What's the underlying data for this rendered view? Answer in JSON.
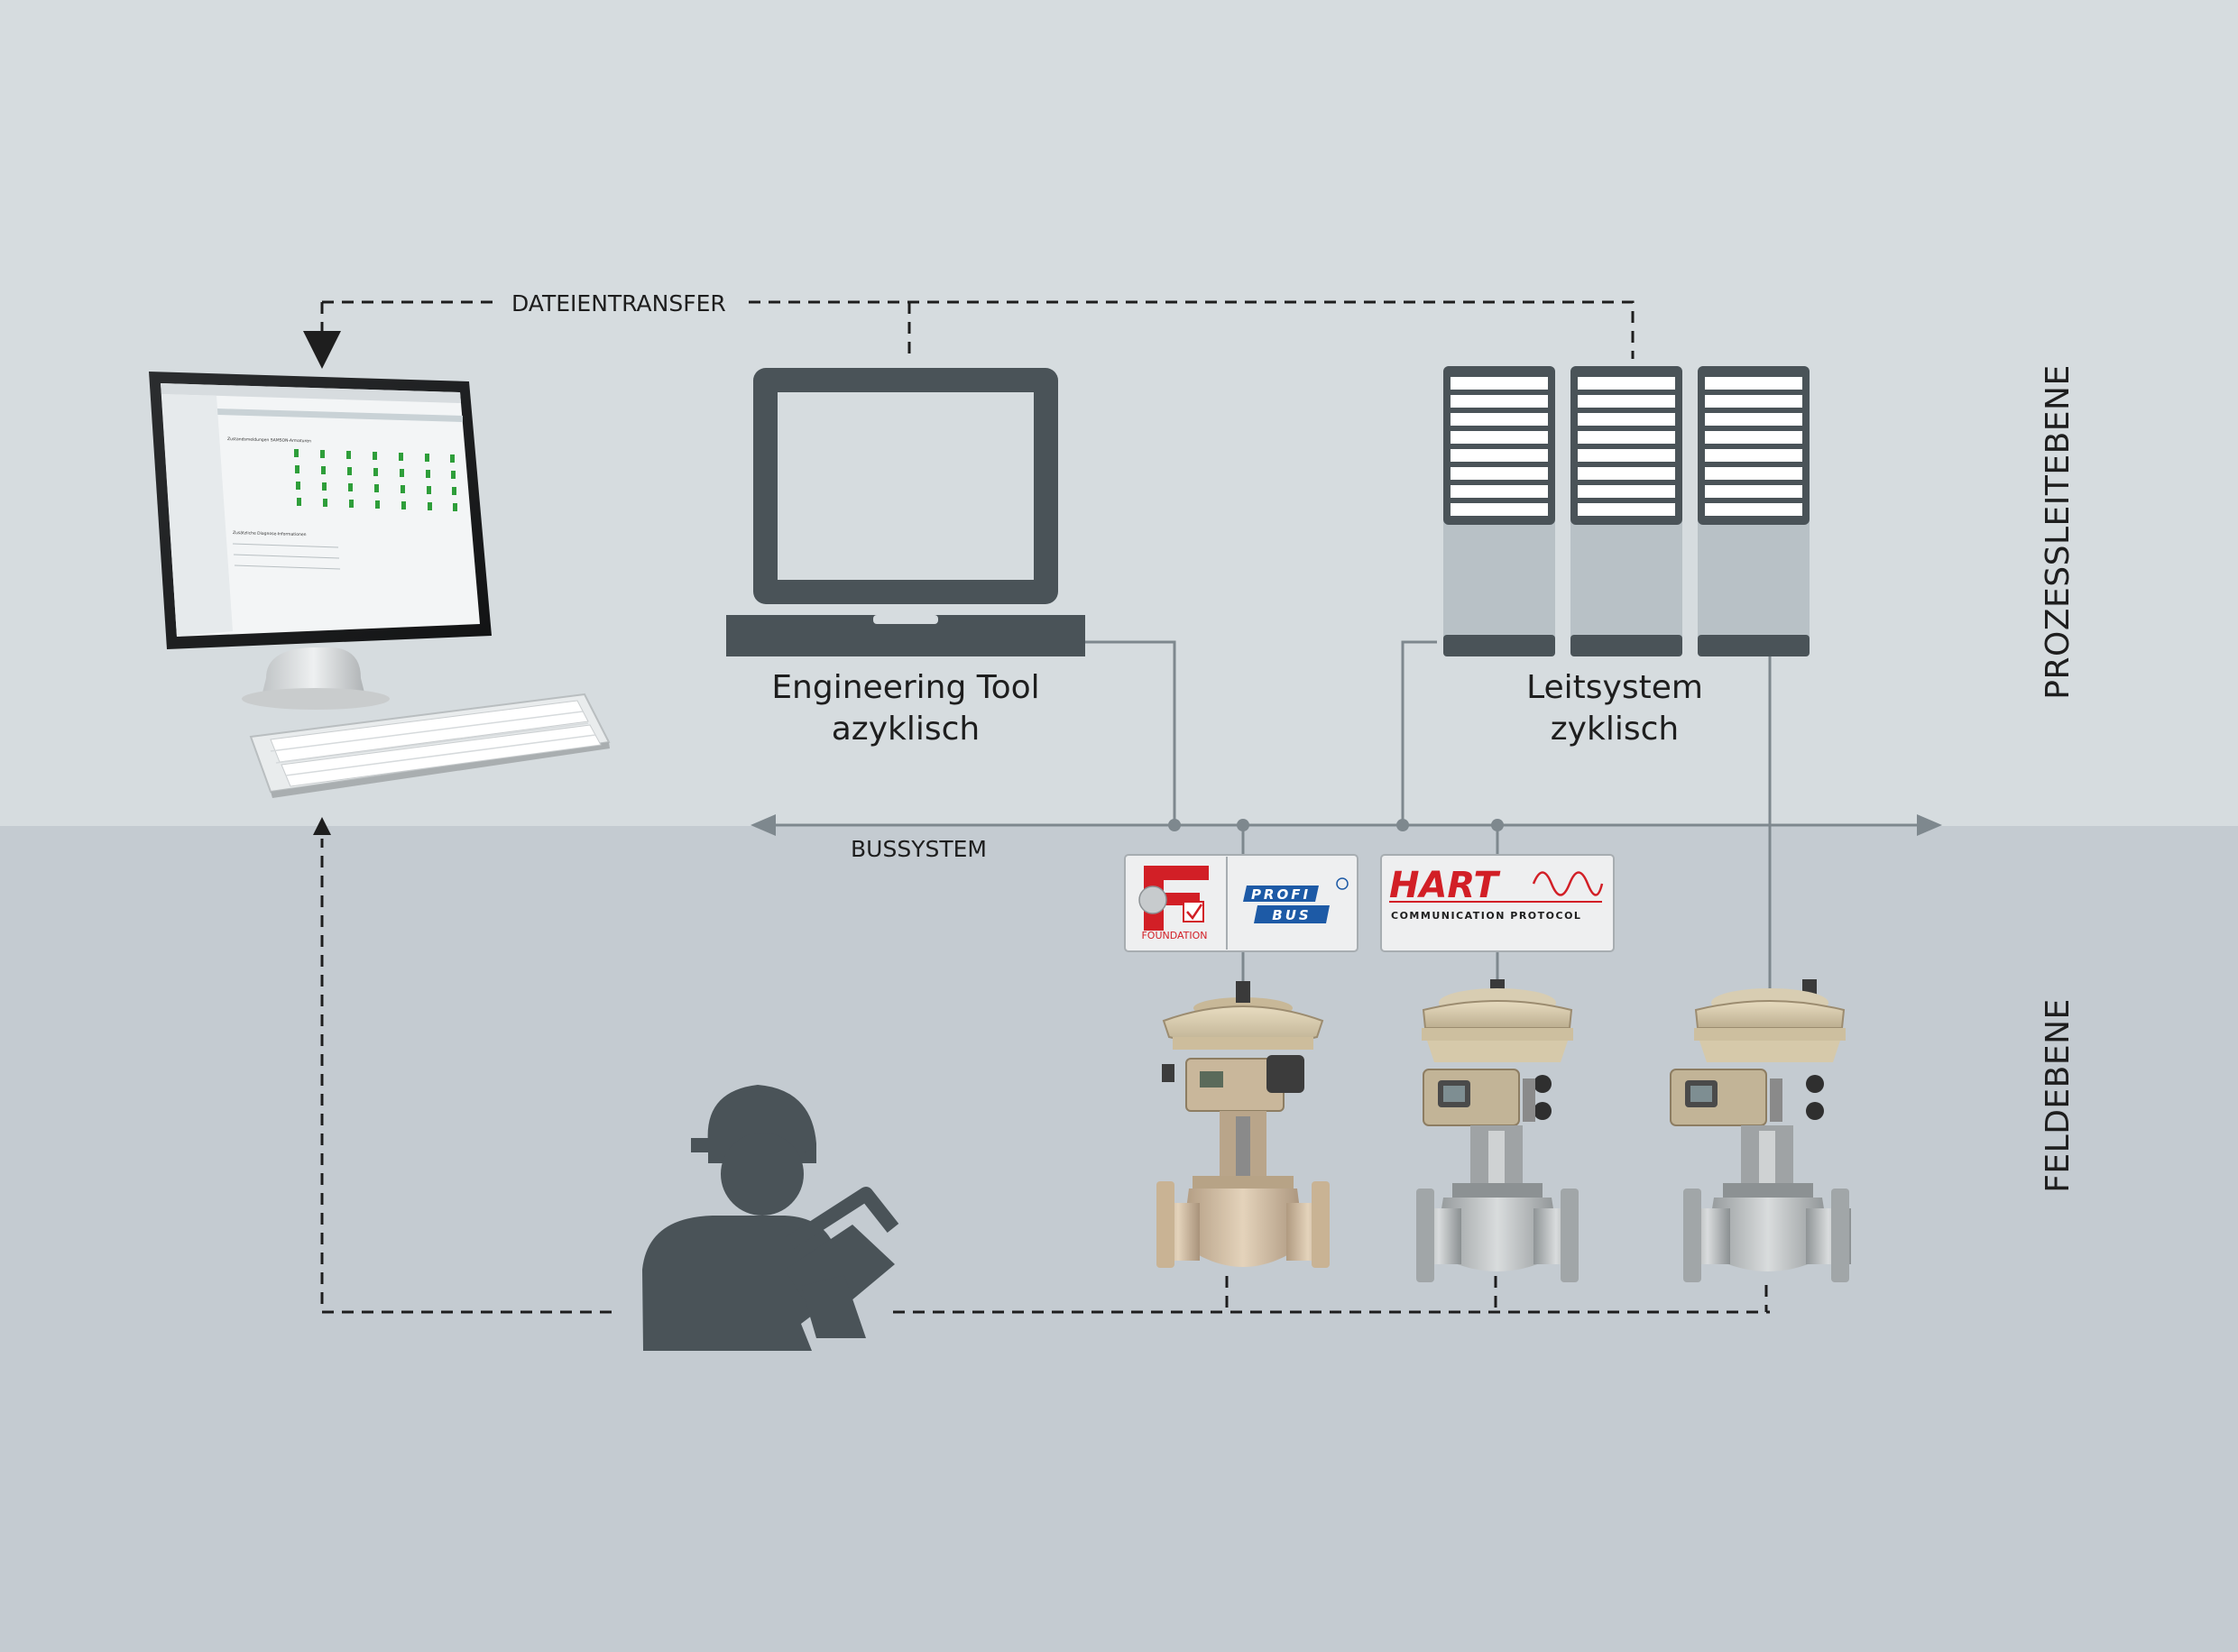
{
  "labels": {
    "file_transfer": "DATEIENTRANSFER",
    "bus_system": "BUSSYSTEM",
    "engineering_tool_line1": "Engineering Tool",
    "engineering_tool_line2": "azyklisch",
    "control_system_line1": "Leitsystem",
    "control_system_line2": "zyklisch",
    "level_process": "PROZESSLEITEBENE",
    "level_field": "FELDEBENE"
  },
  "logos": {
    "foundation_text": "FOUNDATION",
    "profibus_text_top": "PROFI",
    "profibus_text_bottom": "BUS",
    "hart_text": "HART",
    "hart_subtext": "COMMUNICATION PROTOCOL"
  },
  "monitor_screen": {
    "section_title": "Zustandsmeldungen SAMSON-Armaturen",
    "section2_title": "Zusätzliche Diagnose-Informationen"
  },
  "colors": {
    "upper_band": "#d6dcdf",
    "lower_band": "#c4cbd1",
    "icon_dark": "#4a5358",
    "line_gray": "#7e888e",
    "hart_red": "#d21f26",
    "profibus_blue": "#1d5aa6",
    "status_green": "#2e9e3a"
  }
}
